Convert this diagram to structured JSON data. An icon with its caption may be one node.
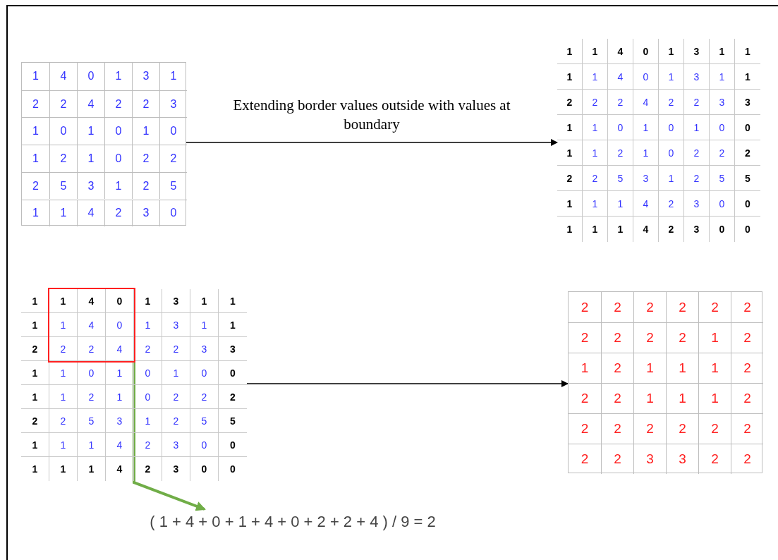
{
  "diagram": {
    "nodes": [
      {
        "text": [
          "1",
          "4",
          "0",
          "1",
          "3",
          "1",
          "2",
          "2",
          "4",
          "2",
          "2",
          "3",
          "1",
          "0",
          "1",
          "0",
          "1",
          "0",
          "1",
          "2",
          "1",
          "0",
          "2",
          "2",
          "2",
          "5",
          "3",
          "1",
          "2",
          "5",
          "1",
          "1",
          "4",
          "2",
          "3",
          "0"
        ]
      },
      {
        "text": [
          "1",
          "1",
          "4",
          "0",
          "1",
          "3",
          "1",
          "1",
          "1",
          "1",
          "4",
          "0",
          "1",
          "3",
          "1",
          "1",
          "2",
          "2",
          "2",
          "4",
          "2",
          "2",
          "3",
          "3",
          "1",
          "1",
          "0",
          "1",
          "0",
          "1",
          "0",
          "0",
          "1",
          "1",
          "2",
          "1",
          "0",
          "2",
          "2",
          "2",
          "2",
          "2",
          "5",
          "3",
          "1",
          "2",
          "5",
          "5",
          "1",
          "1",
          "1",
          "4",
          "2",
          "3",
          "0",
          "0",
          "1",
          "1",
          "1",
          "4",
          "2",
          "3",
          "0",
          "0"
        ]
      },
      {
        "text": [
          "1",
          "1",
          "3",
          "1",
          "1",
          "1",
          "1",
          "3",
          "1",
          "1",
          "2",
          "2",
          "2",
          "3",
          "3",
          "1",
          "1",
          "0",
          "1",
          "0",
          "1",
          "0",
          "0",
          "1",
          "1",
          "2",
          "1",
          "0",
          "2",
          "2",
          "2",
          "2",
          "2",
          "5",
          "3",
          "1",
          "2",
          "5",
          "5",
          "1",
          "1",
          "1",
          "4",
          "2",
          "3",
          "0",
          "0",
          "1",
          "1",
          "1",
          "4",
          "2",
          "3",
          "0",
          "0"
        ]
      },
      {
        "text": [
          "1",
          "4",
          "0",
          "1",
          "4",
          "0",
          "2",
          "2",
          "4"
        ],
        "in": 2
      },
      {
        "text": [
          "2",
          "2",
          "2",
          "2",
          "2",
          "2",
          "2",
          "2",
          "2",
          "2",
          "1",
          "2",
          "1",
          "2",
          "1",
          "1",
          "1",
          "2",
          "2",
          "2",
          "1",
          "1",
          "1",
          "2",
          "2",
          "2",
          "2",
          "2",
          "2",
          "2",
          "2",
          "2",
          "3",
          "3",
          "2",
          "2"
        ]
      },
      {
        "text": [
          "( 1 + 4 + 0 + 1 + 4 + 0 + 2 + 2 + 4 ) / 9 = 2"
        ]
      }
    ],
    "edges": [
      {
        "from": 0,
        "to": 1,
        "arrow": "to",
        "label": "Extending border values outside with values at boundary"
      },
      {
        "from": 2,
        "to": 4,
        "arrow": "to"
      },
      {
        "from": 3,
        "to": 5,
        "arrow": "to",
        "style": "thick",
        "color": "#70ad47"
      }
    ]
  }
}
